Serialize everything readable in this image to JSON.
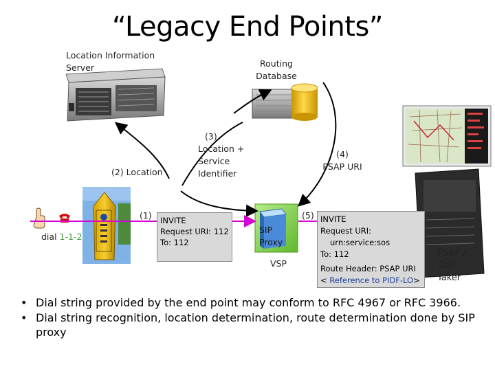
{
  "title": "“Legacy End Points”",
  "lis_label": [
    "Location Information",
    "Server"
  ],
  "routing_db_label": [
    "Routing",
    "Database"
  ],
  "step2_label": "(2)  Location",
  "step3_label": [
    "(3)",
    "Location +",
    "Service",
    "Identifier"
  ],
  "step4_label": [
    "(4)",
    "PSAP URI"
  ],
  "step1_num": "(1)",
  "step5_num": "(5)",
  "dial_prefix": "dial ",
  "dial_number": "1-1-2",
  "invite1": {
    "lines": [
      "INVITE",
      "Request URI: 112",
      "To: 112"
    ]
  },
  "sip_proxy": [
    "SIP",
    "Proxy"
  ],
  "vsp_label": "VSP",
  "invite5": {
    "line1": "INVITE",
    "line2": "Request URI:",
    "line3": "urn:service:sos",
    "line4": "To: 112",
    "line5": "Route Header: PSAP URI",
    "line6_pre": "< ",
    "line6_link": "Reference to PIDF-LO",
    "line6_post": ">"
  },
  "psap_label": [
    "PSAP /",
    "Call",
    "Taker"
  ],
  "bullets": [
    "Dial string provided by the end point may conform to RFC 4967 or RFC 3966.",
    "Dial string recognition, location determination, route determination done by SIP proxy"
  ],
  "colors": {
    "arrow_magenta": "#d400d4",
    "sip_green": "#7fd34a",
    "db_gold": "#f0c020",
    "box_gray": "#d9d9d9"
  }
}
